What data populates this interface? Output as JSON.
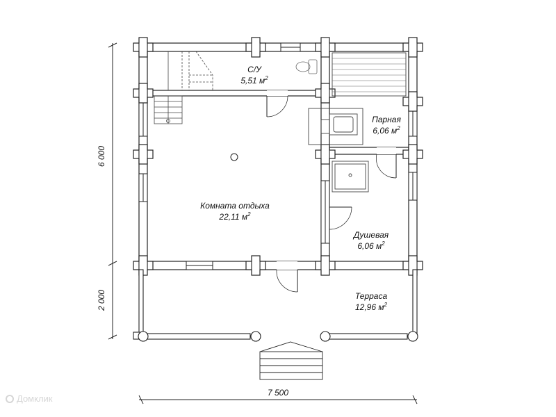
{
  "rooms": [
    {
      "name": "С/У",
      "area": "5,51 м",
      "sup": "2"
    },
    {
      "name": "Парная",
      "area": "6,06 м",
      "sup": "2"
    },
    {
      "name": "Комната отдыха",
      "area": "22,11 м",
      "sup": "2"
    },
    {
      "name": "Душевая",
      "area": "6,06 м",
      "sup": "2"
    },
    {
      "name": "Терраса",
      "area": "12,96 м",
      "sup": "2"
    }
  ],
  "dimensions": {
    "house_depth": "6 000",
    "terrace_depth": "2 000",
    "width": "7 500"
  },
  "watermark": {
    "text": "Домклик",
    "icon": "domclick-logo-icon"
  }
}
